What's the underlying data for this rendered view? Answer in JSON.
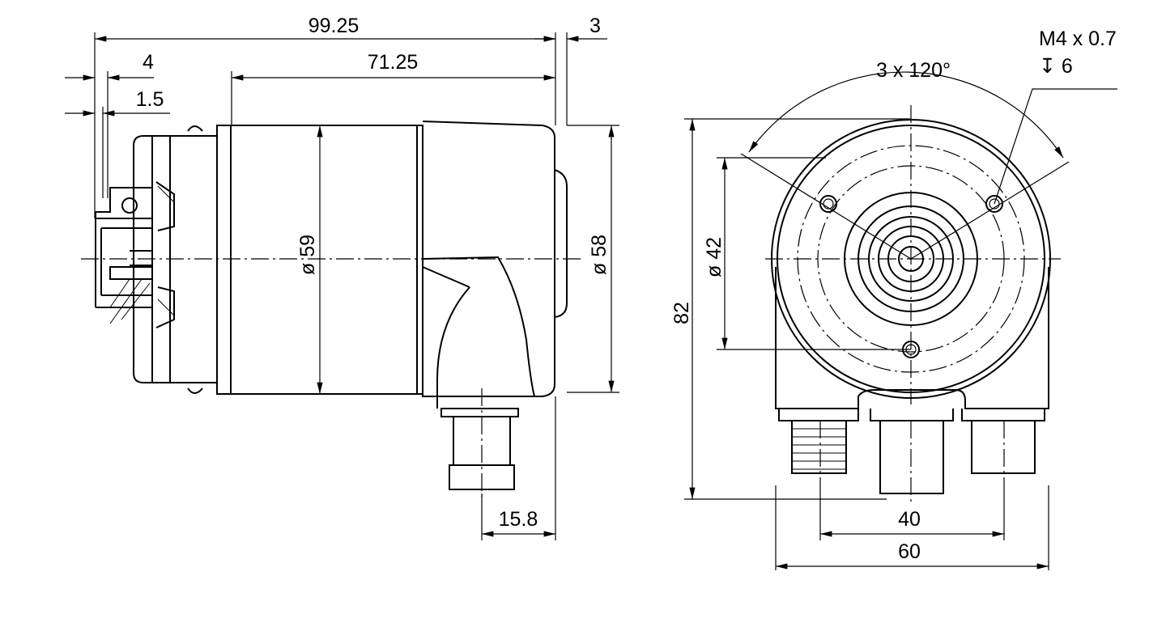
{
  "side_view": {
    "dim_overall_length": "99.25",
    "dim_flange_offset": "3",
    "dim_shaft_4": "4",
    "dim_body_length": "71.25",
    "dim_shaft_1_5": "1.5",
    "dim_diameter_59": "ø 59",
    "dim_diameter_58": "ø 58",
    "dim_connector_offset": "15.8"
  },
  "front_view": {
    "thread_spec": "M4 x 0.7",
    "thread_depth": "↧ 6",
    "hole_pattern": "3 x 120°",
    "dim_bolt_circle": "ø 42",
    "dim_height": "82",
    "dim_connector_spacing": "40",
    "dim_width": "60"
  },
  "colors": {
    "line": "#000000",
    "background": "#ffffff"
  }
}
